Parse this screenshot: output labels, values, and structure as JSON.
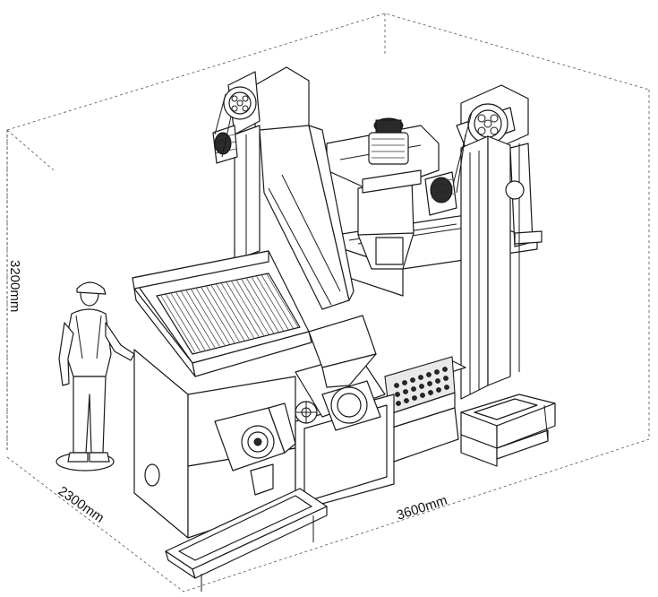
{
  "dimensions": {
    "height_label": "3200mm",
    "depth_label": "2300mm",
    "width_label": "3600mm"
  }
}
